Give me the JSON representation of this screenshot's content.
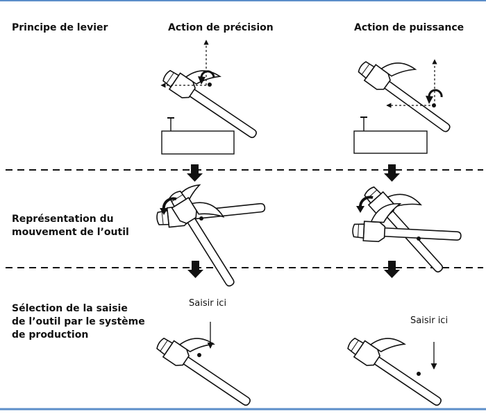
{
  "row_labels": {
    "lever_principle": "Principe de levier",
    "tool_motion": [
      "Représentation du",
      "mouvement de l’outil"
    ],
    "grip_selection": [
      "Sélection de la saisie",
      "de l’outil par le système",
      "de production"
    ]
  },
  "column_headers": {
    "precision": "Action de précision",
    "power": "Action de puissance"
  },
  "annotations": {
    "grip_here_precision": "Saisir ici",
    "grip_here_power": "Saisir ici"
  },
  "colors": {
    "frame": "#5b8ec9",
    "ink": "#111111"
  },
  "icons": [
    "hammer-icon",
    "nail-icon",
    "rotation-arrow-icon",
    "down-arrow-icon"
  ]
}
